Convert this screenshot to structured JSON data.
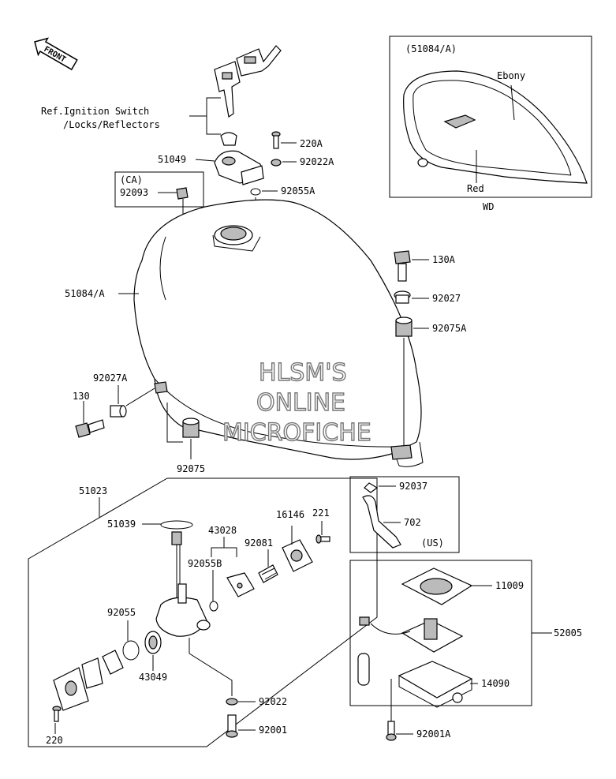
{
  "labels": {
    "front": "FRONT",
    "ref_line1": "Ref.Ignition Switch",
    "ref_line2": "/Locks/Reflectors",
    "p51049": "51049",
    "p220A": "220A",
    "p92022A": "92022A",
    "p92055A": "92055A",
    "ca": "(CA)",
    "p92093": "92093",
    "p51084A": "51084/A",
    "p130A": "130A",
    "p92027": "92027",
    "p92075A": "92075A",
    "p92027A": "92027A",
    "p130": "130",
    "p92075": "92075",
    "p51023": "51023",
    "p51039": "51039",
    "p43028": "43028",
    "p16146": "16146",
    "p221": "221",
    "p92081": "92081",
    "p92055B": "92055B",
    "p92055": "92055",
    "p43049": "43049",
    "p220": "220",
    "p92022": "92022",
    "p92001": "92001",
    "p92037": "92037",
    "p702": "702",
    "us": "(US)",
    "p11009": "11009",
    "p52005": "52005",
    "p14090": "14090",
    "p92001A": "92001A",
    "inset_title": "(51084/A)",
    "ebony": "Ebony",
    "red": "Red",
    "wd": "WD"
  },
  "watermark": [
    "HLSM'S",
    "ONLINE",
    "MICROFICHE"
  ],
  "colors": {
    "line": "#000000",
    "watermark_stroke": "#777777",
    "background": "#ffffff"
  }
}
